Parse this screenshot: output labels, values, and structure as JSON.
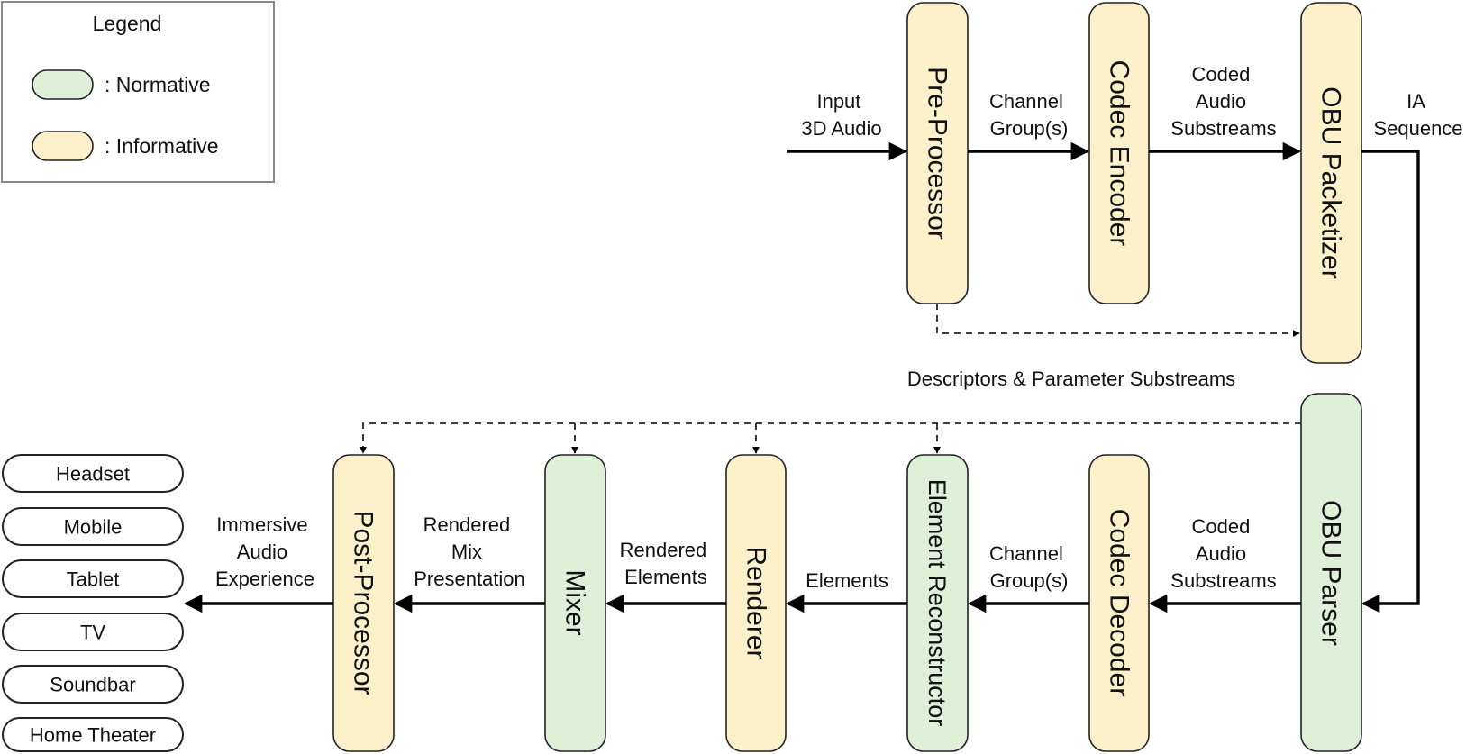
{
  "colors": {
    "normative": "#dff0d8",
    "informative": "#fdf1cc",
    "stroke": "#222222",
    "legend_border": "#888888"
  },
  "legend": {
    "title": "Legend",
    "normative_label": ": Normative",
    "informative_label": ": Informative"
  },
  "blocks": {
    "pre_processor": "Pre-Processor",
    "codec_encoder": "Codec Encoder",
    "obu_packetizer": "OBU Packetizer",
    "obu_parser": "OBU Parser",
    "codec_decoder": "Codec Decoder",
    "element_reconstructor": "Element Reconstructor",
    "renderer": "Renderer",
    "mixer": "Mixer",
    "post_processor": "Post-Processor"
  },
  "labels": {
    "input_3d_audio": [
      "Input",
      "3D Audio"
    ],
    "channel_groups_top": [
      "Channel",
      "Group(s)"
    ],
    "coded_audio_top": [
      "Coded",
      "Audio",
      "Substreams"
    ],
    "ia_sequence": [
      "IA",
      "Sequence"
    ],
    "descriptors": "Descriptors & Parameter Substreams",
    "coded_audio_bottom": [
      "Coded",
      "Audio",
      "Substreams"
    ],
    "channel_groups_bottom": [
      "Channel",
      "Group(s)"
    ],
    "elements": "Elements",
    "rendered_elements": [
      "Rendered",
      "Elements"
    ],
    "rendered_mix": [
      "Rendered",
      "Mix",
      "Presentation"
    ],
    "immersive_audio": [
      "Immersive",
      "Audio",
      "Experience"
    ]
  },
  "devices": [
    "Headset",
    "Mobile",
    "Tablet",
    "TV",
    "Soundbar",
    "Home Theater"
  ]
}
